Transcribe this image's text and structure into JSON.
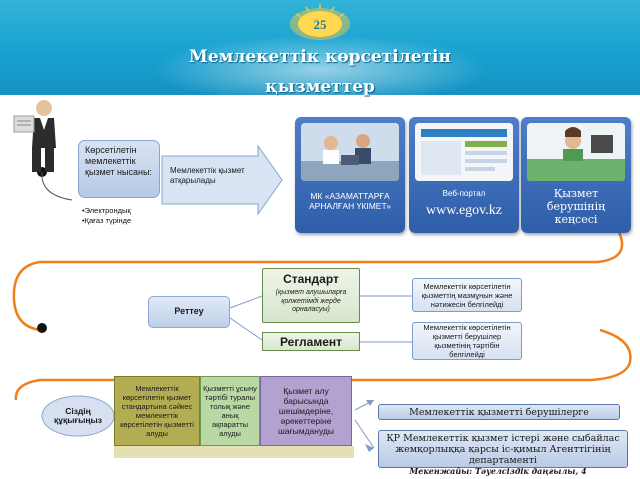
{
  "header": {
    "emblem_text": "25",
    "title_line1": "Мемлекеттік көрсетілетін",
    "title_line2": "қызметтер"
  },
  "colors": {
    "header_blue": "#1aa3d1",
    "curve_orange": "#f07f1d",
    "tile_blue": "#3a67b1",
    "green_box": "#d6e6cc",
    "olive_box": "#b2ac53",
    "purple_box": "#b3a2cf"
  },
  "service_form": {
    "title": "Көрсетілетін мемлекеттік қызмет нысаны:",
    "options": [
      "•Электрондық",
      "•Қағаз түрінде"
    ]
  },
  "arrow_label": "Мемлекеттік қызмет атқарылады",
  "providers": [
    {
      "label": "МК «АЗАМАТТАРҒА АРНАЛҒАН ҮКІМЕТ»",
      "icon": "office-workers-photo"
    },
    {
      "label": "Веб-портал",
      "url": "www.egov.kz",
      "icon": "egov-portal-screenshot"
    },
    {
      "label": "Қызмет берушінің кеңсесі",
      "icon": "service-desk-photo"
    }
  ],
  "regulation": {
    "label": "Реттеу",
    "standard": {
      "title": "Стандарт",
      "subtitle": "(қызмет алушыларға қолжетімді жерде орналасуы)",
      "description": "Мемлекеттік көрсетілетін қызметтің мазмұнын және нәтижесін белгілейді"
    },
    "reglament": {
      "title": "Регламент",
      "description": "Мемлекеттік көрсетілетін қызметті берушілер қызметінің тәртібін белгілейді"
    }
  },
  "rights": {
    "label": "Сіздің құқығыңыз",
    "items": [
      "Мемлекеттік көрсетілетін қызмет стандартына сәйкес мемлекеттік көрсетілетін қызметті алуды",
      "Қызметті ұсыну тәртібі туралы толық және анық ақпаратты алуды",
      "Қызмет алу барысында шешімдеріне, әрекеттеріне шағымдануды"
    ]
  },
  "complaint_targets": [
    "Мемлекеттік қызметті берушілерге",
    "ҚР Мемлекеттік қызмет істері және сыбайлас жемқорлыққа қарсы іс-қимыл Агенттігінің департаменті"
  ],
  "address": "Мекенжайы: Тәуелсіздік даңғылы, 4"
}
